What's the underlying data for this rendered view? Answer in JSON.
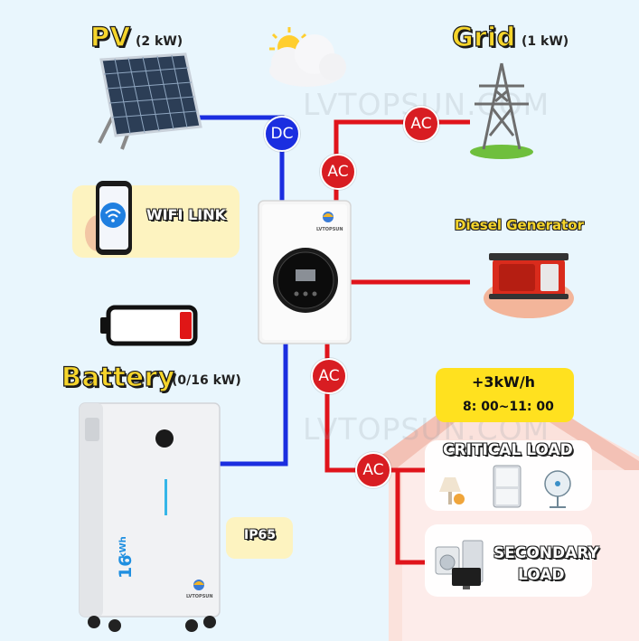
{
  "pv": {
    "title": "PV",
    "power": "(2 kW)"
  },
  "grid": {
    "title": "Grid",
    "power": "(1 kW)"
  },
  "battery": {
    "title": "Battery",
    "power": "(0/16 kW)",
    "capacity_digits": "16",
    "capacity_unit": "kWh"
  },
  "wifi": {
    "label": "WIFI LINK"
  },
  "generator": {
    "label": "Diesel Generator"
  },
  "time_card": {
    "line1": "+3kW/h",
    "line2": "8: 00~11: 00"
  },
  "loads": {
    "critical": "CRITICAL LOAD",
    "secondary_line1": "SECONDARY",
    "secondary_line2": "LOAD"
  },
  "rating": {
    "label": "IP65"
  },
  "badges": {
    "dc": "DC",
    "ac": "AC"
  },
  "brand": {
    "logo_text": "LVTOPSUN"
  },
  "watermark": "LVTOPSUN.COM",
  "colors": {
    "ac_line": "#e0141b",
    "dc_line": "#1b2ee0",
    "title_yellow": "#f6d52b",
    "card_yellow": "#fdf3c0"
  },
  "battery_indicator": {
    "level": 0.15
  }
}
